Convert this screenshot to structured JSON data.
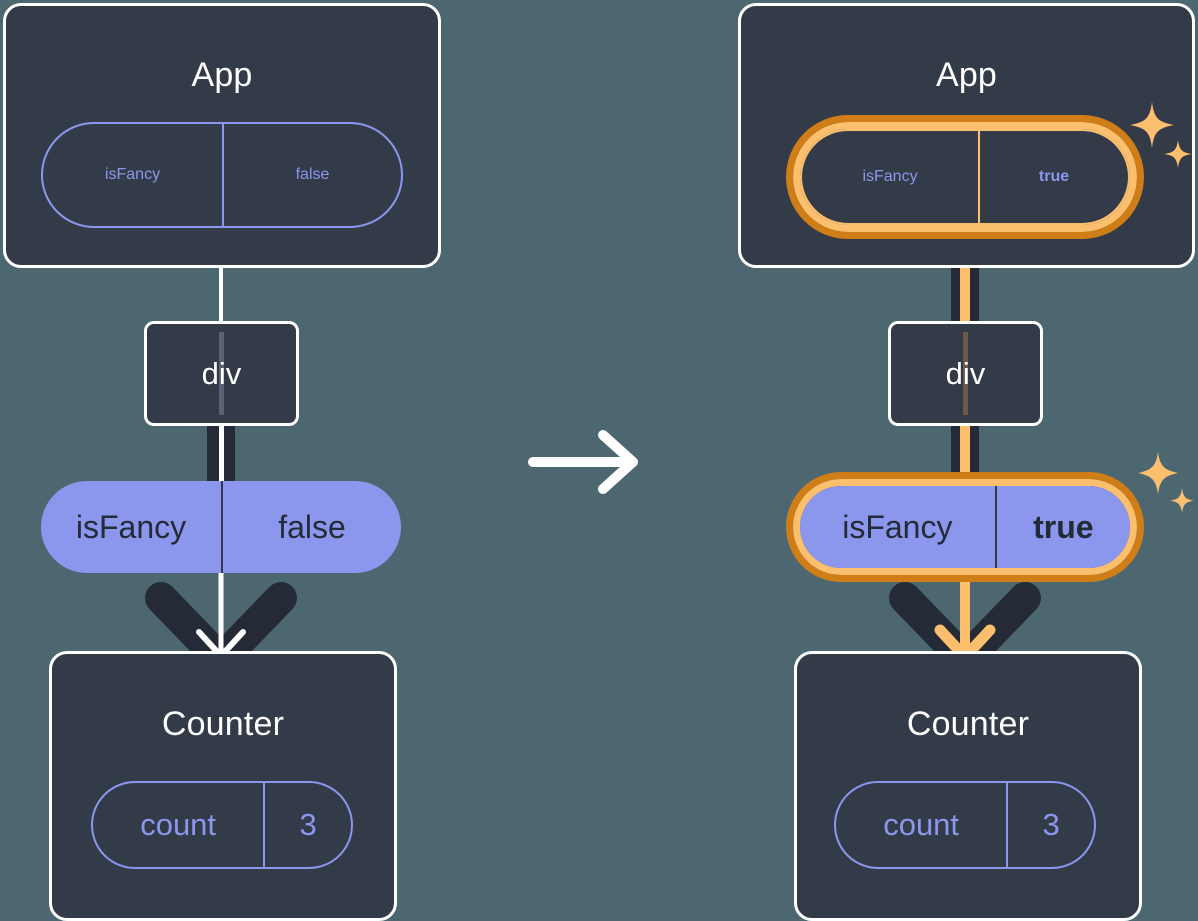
{
  "meta": {
    "diagram_title": "React state lifting diagram - isFancy propagates from App to Counter",
    "background_color": "#4d6771"
  },
  "colors": {
    "background": "#4d6771",
    "card_fill": "#343b48",
    "card_border": "#ffffff",
    "pill_purple": "#8b96ed",
    "pill_text_dark": "#242a36",
    "highlight_outer": "#cf7d16",
    "highlight_inner": "#fbbf6e",
    "connector_dark": "#242a36",
    "connector_white": "#ffffff",
    "connector_orange": "#fbbf6e"
  },
  "panels": [
    {
      "id": "before",
      "highlighted": false,
      "app_card": {
        "title": "App",
        "prop": {
          "name": "isFancy",
          "value": "false",
          "bold_value": false,
          "style": "outline",
          "highlighted": false
        }
      },
      "div_node": {
        "label": "div"
      },
      "props_pill": {
        "name": "isFancy",
        "value": "false",
        "bold_value": false,
        "style": "filled",
        "highlighted": false
      },
      "counter_card": {
        "title": "Counter",
        "state": {
          "name": "count",
          "value": "3",
          "bold_value": false,
          "style": "outline",
          "highlighted": false
        }
      },
      "connector_inner_color": "#ffffff",
      "arrow_inner_color": "#ffffff",
      "sparkles": false
    },
    {
      "id": "after",
      "highlighted": true,
      "app_card": {
        "title": "App",
        "prop": {
          "name": "isFancy",
          "value": "true",
          "bold_value": true,
          "style": "outline",
          "highlighted": true
        }
      },
      "div_node": {
        "label": "div"
      },
      "props_pill": {
        "name": "isFancy",
        "value": "true",
        "bold_value": true,
        "style": "filled",
        "highlighted": true
      },
      "counter_card": {
        "title": "Counter",
        "state": {
          "name": "count",
          "value": "3",
          "bold_value": false,
          "style": "outline",
          "highlighted": false
        }
      },
      "connector_inner_color": "#fbbf6e",
      "arrow_inner_color": "#fbbf6e",
      "sparkles": true
    }
  ],
  "transition_arrow": {
    "icon": "arrow-right-icon",
    "color": "#ffffff"
  }
}
